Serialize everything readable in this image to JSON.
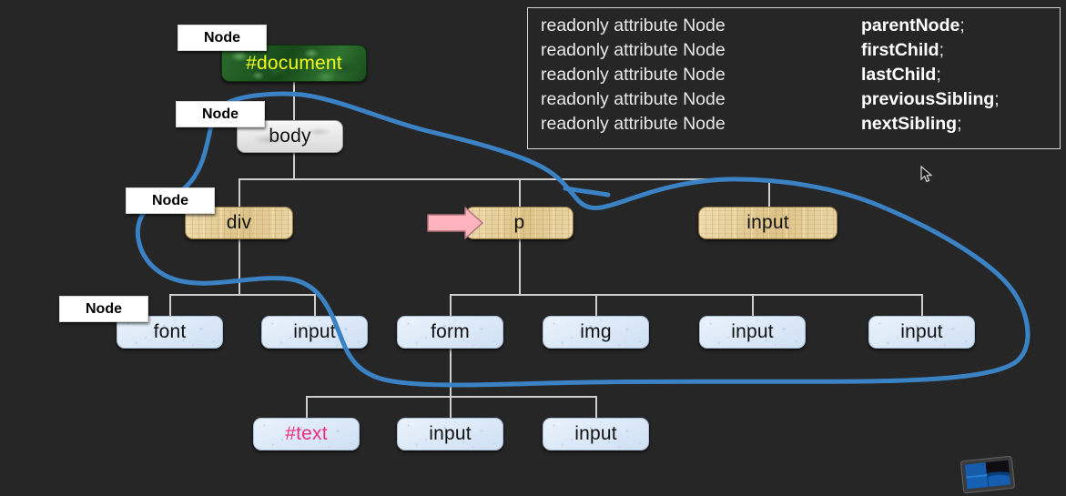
{
  "page": {
    "background_color": "#262626",
    "title": "DOM Node tree diagram with Node interface attributes"
  },
  "code_panel": {
    "border_color": "#d6d6d6",
    "text_color": "#e9e9e9",
    "lines": [
      {
        "declaration": "readonly attribute Node",
        "attribute": "parentNode",
        "terminator": ";"
      },
      {
        "declaration": "readonly attribute Node",
        "attribute": "firstChild",
        "terminator": ";"
      },
      {
        "declaration": "readonly attribute Node",
        "attribute": "lastChild",
        "terminator": ";"
      },
      {
        "declaration": "readonly attribute Node",
        "attribute": "previousSibling",
        "terminator": ";"
      },
      {
        "declaration": "readonly attribute Node",
        "attribute": "nextSibling",
        "terminator": ";"
      }
    ]
  },
  "node_labels": [
    {
      "text": "Node"
    },
    {
      "text": "Node"
    },
    {
      "text": "Node"
    },
    {
      "text": "Node"
    }
  ],
  "tree": {
    "nodes": [
      {
        "id": "document",
        "label": "#document",
        "texture": "green-marble",
        "text_color": "#f2ff19"
      },
      {
        "id": "body",
        "label": "body",
        "texture": "white-marble",
        "text_color": "#111111"
      },
      {
        "id": "div",
        "label": "div",
        "texture": "tan-bamboo",
        "text_color": "#111111"
      },
      {
        "id": "p",
        "label": "p",
        "texture": "tan-bamboo",
        "text_color": "#111111"
      },
      {
        "id": "input-r3",
        "label": "input",
        "texture": "tan-bamboo",
        "text_color": "#111111"
      },
      {
        "id": "font",
        "label": "font",
        "texture": "blue-speckle",
        "text_color": "#111111"
      },
      {
        "id": "input-d2",
        "label": "input",
        "texture": "blue-speckle",
        "text_color": "#111111"
      },
      {
        "id": "form",
        "label": "form",
        "texture": "blue-speckle",
        "text_color": "#111111"
      },
      {
        "id": "img",
        "label": "img",
        "texture": "blue-speckle",
        "text_color": "#111111"
      },
      {
        "id": "input-p3",
        "label": "input",
        "texture": "blue-speckle",
        "text_color": "#111111"
      },
      {
        "id": "input-p4",
        "label": "input",
        "texture": "blue-speckle",
        "text_color": "#111111"
      },
      {
        "id": "text",
        "label": "#text",
        "texture": "blue-speckle",
        "text_color": "#ef2d7e"
      },
      {
        "id": "input-f2",
        "label": "input",
        "texture": "blue-speckle",
        "text_color": "#111111"
      },
      {
        "id": "input-f3",
        "label": "input",
        "texture": "blue-speckle",
        "text_color": "#111111"
      }
    ],
    "connector_color": "#cfcfcf"
  },
  "annotations": {
    "highlight_stroke_color": "#3a82c4",
    "arrow_fill_color": "#ffb3bd",
    "arrow_target": "p"
  },
  "icons": {
    "cursor": "mouse-pointer-icon",
    "taskbar_logo": "monitor-icon"
  }
}
